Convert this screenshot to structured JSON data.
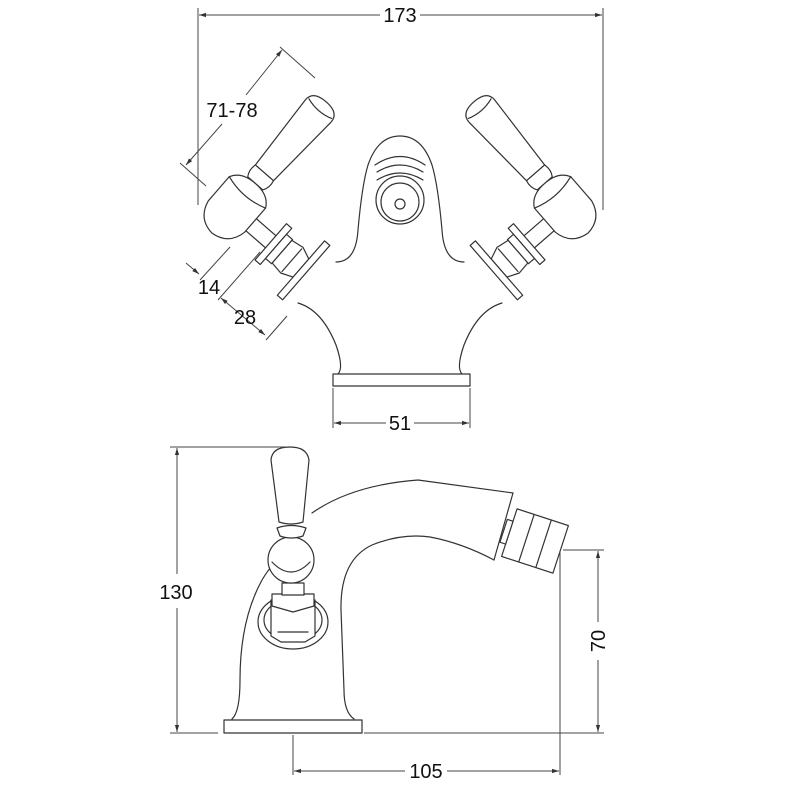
{
  "title": "Bidet mixer tap dimension drawing",
  "top_view": {
    "overall_width": "173",
    "handle_length": "71-78",
    "stem_offset_inner": "14",
    "stem_offset_outer": "28",
    "base_width": "51"
  },
  "side_view": {
    "overall_height": "130",
    "spout_height": "70",
    "spout_reach": "105"
  },
  "colors": {
    "line": "#333333",
    "background": "#ffffff"
  }
}
